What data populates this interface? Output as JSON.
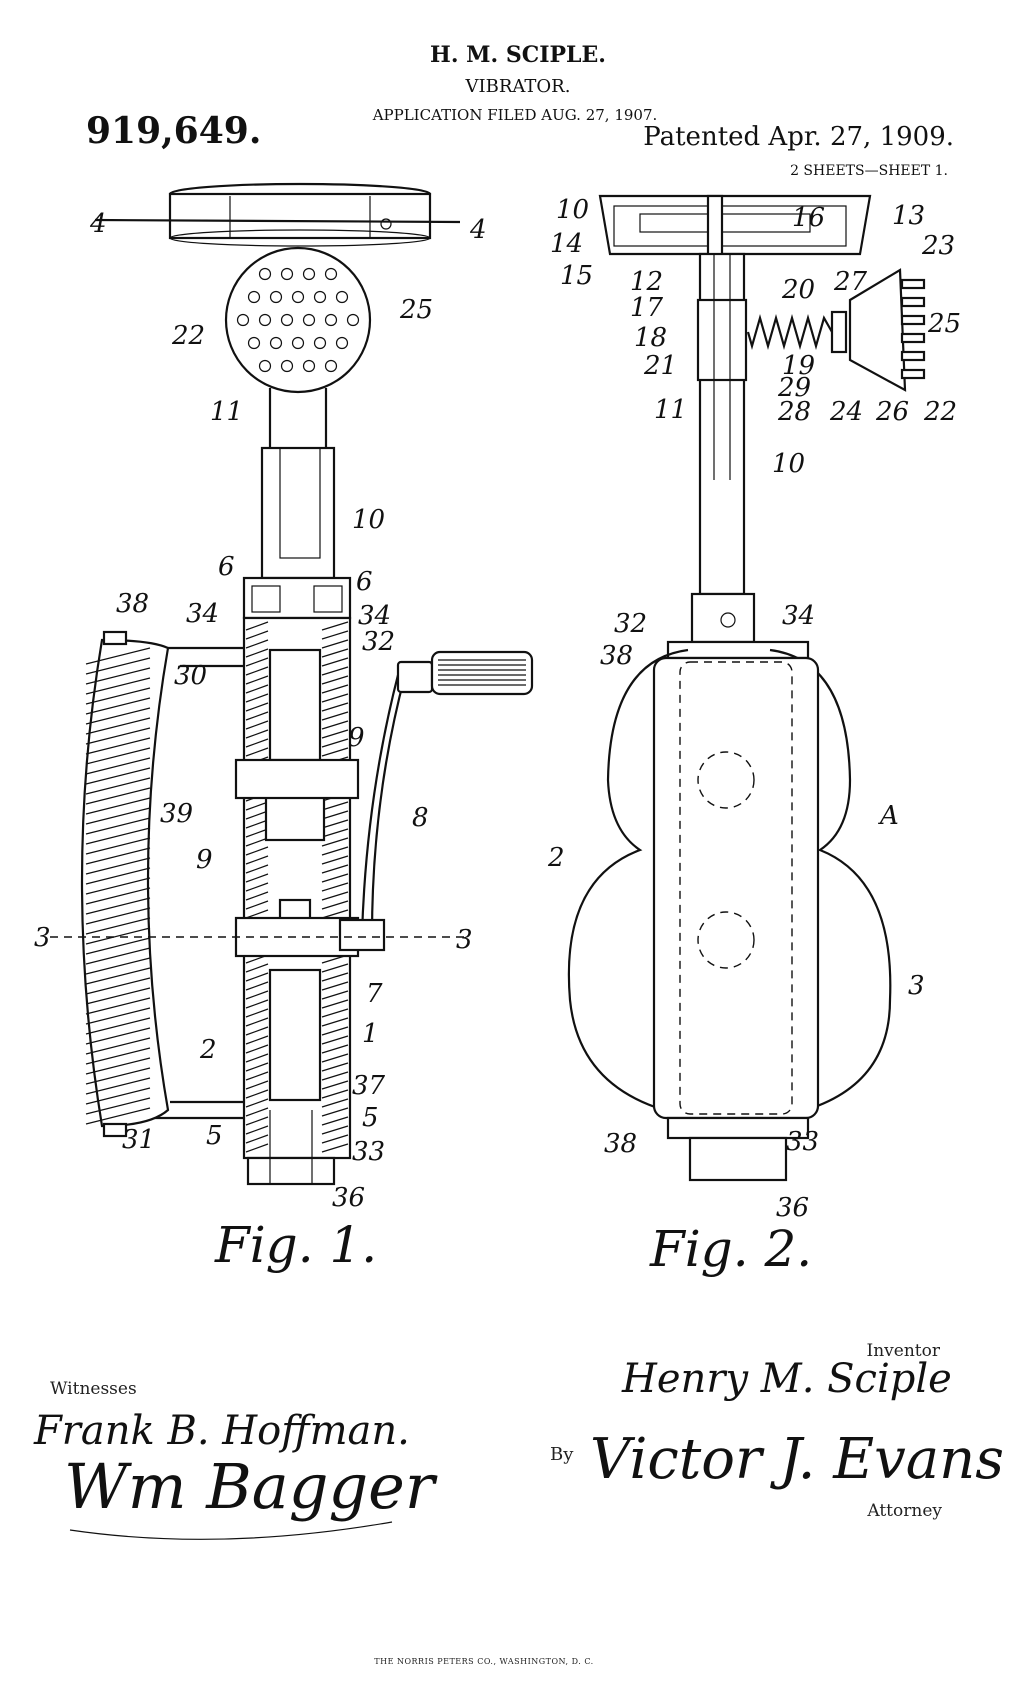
{
  "header": {
    "inventor_name": "H. M. SCIPLE.",
    "title": "VIBRATOR.",
    "application": "APPLICATION FILED AUG. 27, 1907.",
    "patent_number": "919,649.",
    "patented": "Patented Apr. 27, 1909.",
    "sheets": "2 SHEETS—SHEET 1."
  },
  "figures": {
    "fig1_caption": "Fig. 1.",
    "fig2_caption": "Fig. 2."
  },
  "fig1_labels": [
    "4",
    "4",
    "22",
    "25",
    "11",
    "10",
    "6",
    "6",
    "38",
    "34",
    "34",
    "32",
    "30",
    "9",
    "39",
    "8",
    "9",
    "3",
    "3",
    "7",
    "2",
    "1",
    "37",
    "31",
    "5",
    "5",
    "33",
    "36"
  ],
  "fig2_labels": [
    "10",
    "16",
    "13",
    "14",
    "15",
    "12",
    "23",
    "27",
    "20",
    "17",
    "25",
    "18",
    "21",
    "19",
    "29",
    "11",
    "28",
    "24",
    "26",
    "22",
    "10",
    "32",
    "34",
    "38",
    "A",
    "2",
    "3",
    "38",
    "33",
    "36"
  ],
  "signatures": {
    "witnesses_label": "Witnesses",
    "witness_1": "Frank B. Hoffman.",
    "witness_2": "Wm Bagger",
    "inventor_label": "Inventor",
    "inventor": "Henry M. Sciple",
    "by_label": "By",
    "attorney": "Victor J. Evans",
    "attorney_label": "Attorney"
  },
  "footer": {
    "printer": "THE NORRIS PETERS CO., WASHINGTON, D. C."
  }
}
